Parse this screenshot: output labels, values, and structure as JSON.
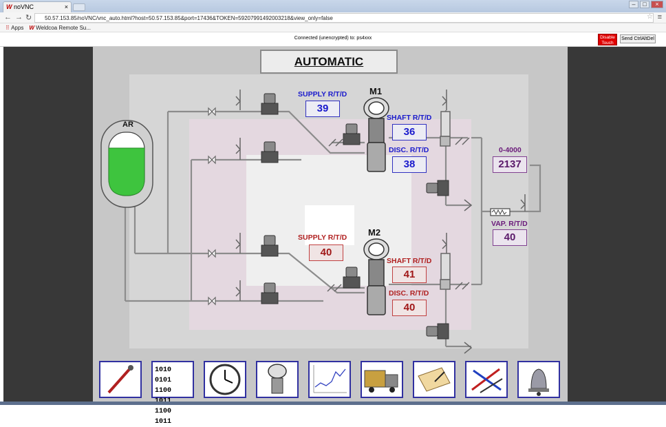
{
  "browser": {
    "tab_title": "noVNC",
    "url": "50.57.153.85/noVNC/vnc_auto.html?host=50.57.153.85&port=17436&TOKEN=59207991492003218&view_only=false",
    "bookmarks": [
      "Apps",
      "Weldcoa Remote Su..."
    ]
  },
  "novnc": {
    "status": "Connected (unencrypted) to: ps4xxx",
    "disable_touch": "Disable Touch",
    "ctrl_alt_del": "Send CtrlAltDel"
  },
  "hmi": {
    "title": "AUTOMATIC",
    "tank_label": "AR",
    "m1": {
      "label": "M1",
      "supply_label": "SUPPLY R/T/D",
      "supply_value": "39",
      "shaft_label": "SHAFT R/T/D",
      "shaft_value": "36",
      "disc_label": "DISC. R/T/D",
      "disc_value": "38"
    },
    "m2": {
      "label": "M2",
      "supply_label": "SUPPLY R/T/D",
      "supply_value": "40",
      "shaft_label": "SHAFT R/T/D",
      "shaft_value": "41",
      "disc_label": "DISC. R/T/D",
      "disc_value": "40"
    },
    "range_label": "0-4000",
    "range_value": "2137",
    "vap_label": "VAP. R/T/D",
    "vap_value": "40"
  },
  "toolbar": {
    "binary_lines": [
      "1010 0101",
      "1100 1011",
      "1100 1011"
    ],
    "icons": [
      "thermometer-probe-icon",
      "binary-data-icon",
      "clock-icon",
      "valve-icon",
      "trend-chart-icon",
      "truck-icon",
      "document-sign-icon",
      "tools-icon",
      "alarm-bell-icon"
    ]
  },
  "colors": {
    "accent_blue": "#1a1acc",
    "accent_red": "#b02020",
    "accent_purple": "#6a1a7a",
    "tank_fill": "#3ec43e"
  }
}
